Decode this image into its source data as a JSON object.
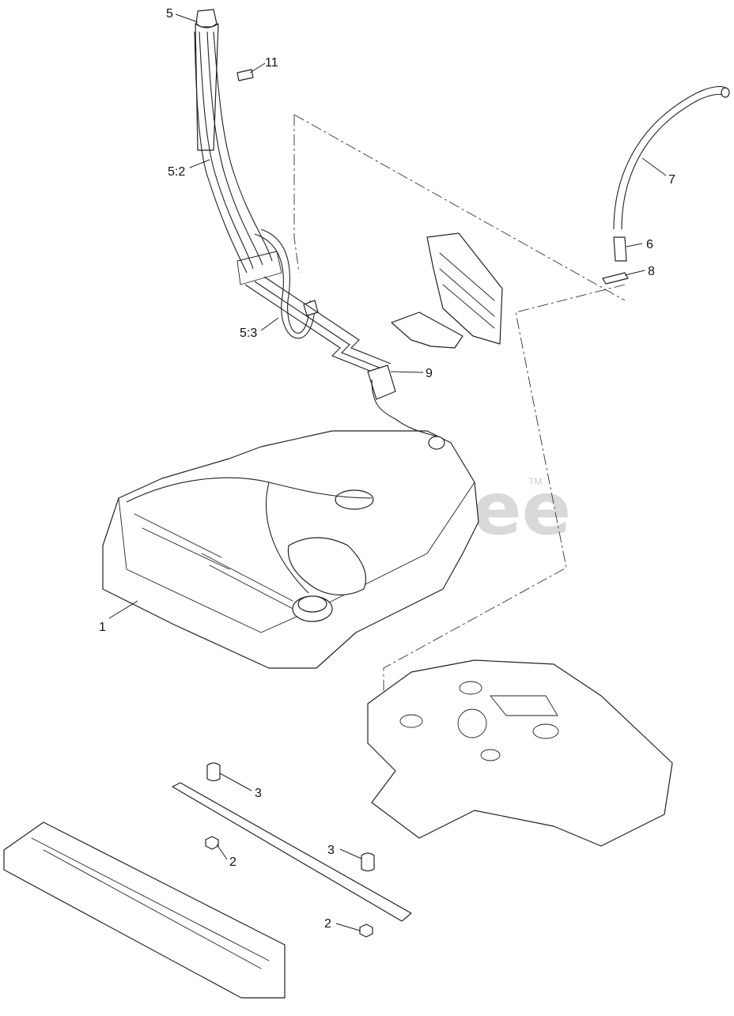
{
  "watermark": {
    "text": "PartsTree",
    "trademark": "TM"
  },
  "callouts": [
    {
      "id": "c5",
      "label": "5"
    },
    {
      "id": "c11",
      "label": "11"
    },
    {
      "id": "c52",
      "label": "5:2"
    },
    {
      "id": "c7",
      "label": "7"
    },
    {
      "id": "c6",
      "label": "6"
    },
    {
      "id": "c8",
      "label": "8"
    },
    {
      "id": "c53",
      "label": "5:3"
    },
    {
      "id": "c9",
      "label": "9"
    },
    {
      "id": "c1",
      "label": "1"
    },
    {
      "id": "c3a",
      "label": "3"
    },
    {
      "id": "c2a",
      "label": "2"
    },
    {
      "id": "c3b",
      "label": "3"
    },
    {
      "id": "c2b",
      "label": "2"
    }
  ]
}
